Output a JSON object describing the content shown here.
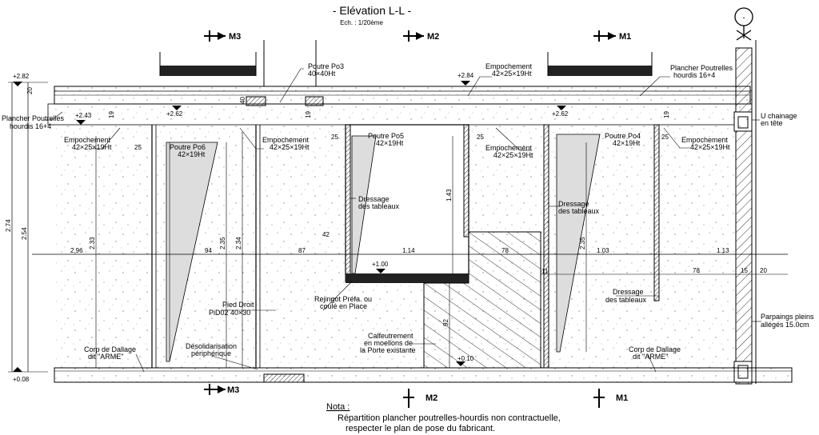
{
  "header": {
    "title": "- Elévation L-L -",
    "scale": "Ech. : 1/20ème"
  },
  "north_symbol": "-",
  "axes": {
    "m1": "M1",
    "m2": "M2",
    "m3": "M3"
  },
  "levels": {
    "top_left": "+2.82",
    "top_mid": "+2.84",
    "beam_left": "+2.62",
    "beam_right": "+2.62",
    "hourdis_left": "+2.43",
    "bottom_left": "+0.08",
    "lintel": "+1.00",
    "threshold": "+0.10"
  },
  "labels": {
    "plancher_left_1": "Plancher Poutrelles",
    "plancher_left_2": "hourdis 16+4",
    "plancher_right_1": "Plancher Poutrelles",
    "plancher_right_2": "hourdis 16+4",
    "po3_1": "Poutre Po3",
    "po3_2": "40×40Ht",
    "emp_top_1": "Empochement",
    "emp_top_2": "42×25×19Ht",
    "emp_left_1": "Empochement",
    "emp_left_2": "42×25×19Ht",
    "emp_m3_1": "Empochement",
    "emp_m3_2": "42×25×19Ht",
    "emp_m2r_1": "Empochement",
    "emp_m2r_2": "42×25×19Ht",
    "emp_right_1": "Empochement",
    "emp_right_2": "42×25×19Ht",
    "po6_1": "Poutre Po6",
    "po6_2": "42×19Ht",
    "po5_1": "Poutre Po5",
    "po5_2": "42×19Ht",
    "po4_1": "Poutre Po4",
    "po4_2": "42×19Ht",
    "chainage_1": "U chainage",
    "chainage_2": "en tête",
    "dressage1_1": "Dressage",
    "dressage1_2": "des tableaux",
    "dressage2_1": "Dressage",
    "dressage2_2": "des tableaux",
    "dressage3_1": "Dressage",
    "dressage3_2": "des tableaux",
    "pied_1": "Pied Droit",
    "pied_2": "PiD02  40×30",
    "rejingot_1": "Rejingot Préfa. ou",
    "rejingot_2": "coulé en Place",
    "calf_1": "Calfeutrement",
    "calf_2": "en moellons de",
    "calf_3": "la Porte existante",
    "dallage_l_1": "Corp de Dallage",
    "dallage_l_2": "dit \"ARME\"",
    "dallage_r_1": "Corp de Dallage",
    "dallage_r_2": "dit \"ARME\"",
    "desol_1": "Désolidarisation",
    "desol_2": "périphérique",
    "parpaings_1": "Parpaings pleins",
    "parpaings_2": "allégés 15.0cm"
  },
  "dims": {
    "d20": "20",
    "d274": "2.74",
    "d254": "2.54",
    "d296": "2.96",
    "d233": "2.33",
    "d19a": "19",
    "d25a": "25",
    "d94": "94",
    "d235a": "2.35",
    "d234": "2.34",
    "d87": "87",
    "d40": "40",
    "d19b": "19",
    "d25b": "25",
    "d42": "42",
    "d143": "1.43",
    "d114": "1.14",
    "d25c": "25",
    "d78a": "78",
    "d92": "92",
    "d11": "11",
    "d235b": "2.35",
    "d103": "1.03",
    "d19c": "19",
    "d25d": "25",
    "d113": "1.13",
    "d78b": "78",
    "d15": "15",
    "d20b": "20"
  },
  "nota": {
    "title": "Nota :",
    "line1": "Répartition plancher poutrelles-hourdis non contractuelle,",
    "line2": "respecter le plan de pose du fabricant."
  }
}
